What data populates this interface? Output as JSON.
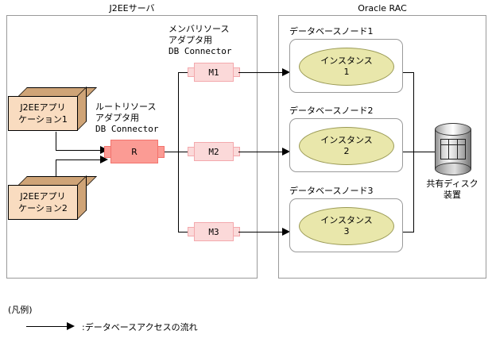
{
  "diagram": {
    "containers": {
      "j2ee_server": {
        "title": "J2EEサーバ"
      },
      "oracle_rac": {
        "title": "Oracle RAC"
      }
    },
    "applications": [
      {
        "name": "app1",
        "line1": "J2EEアプリ",
        "line2": "ケーション1"
      },
      {
        "name": "app2",
        "line1": "J2EEアプリ",
        "line2": "ケーション2"
      }
    ],
    "adapters": {
      "root": {
        "caption_line1": "ルートリソース",
        "caption_line2": "アダプタ用",
        "caption_line3": "DB Connector",
        "label": "R"
      },
      "member": {
        "caption_line1": "メンバリソース",
        "caption_line2": "アダプタ用",
        "caption_line3": "DB Connector",
        "labels": [
          "M1",
          "M2",
          "M3"
        ]
      }
    },
    "database_nodes": [
      {
        "title": "データベースノード1",
        "instance_line1": "インスタンス",
        "instance_line2": "1"
      },
      {
        "title": "データベースノード2",
        "instance_line1": "インスタンス",
        "instance_line2": "2"
      },
      {
        "title": "データベースノード3",
        "instance_line1": "インスタンス",
        "instance_line2": "3"
      }
    ],
    "shared_disk": {
      "label_line1": "共有ディスク",
      "label_line2": "装置"
    },
    "legend": {
      "title": "(凡例)",
      "arrow_meaning": ":データベースアクセスの流れ"
    },
    "colors": {
      "member_adapter_fill": "#fbd9d9",
      "member_adapter_border": "#f3a9ad",
      "root_adapter_fill": "#fb9b94",
      "root_adapter_border": "#f3736d",
      "application_face": "#f9dcc0",
      "application_shade": "#cfa477",
      "instance_fill": "#e9e7ab",
      "instance_border": "#9a9a55",
      "container_border": "#9a9a9a",
      "line": "#000000"
    }
  }
}
